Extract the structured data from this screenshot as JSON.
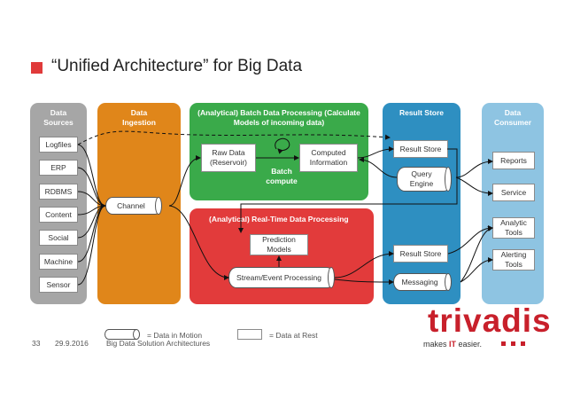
{
  "title": "“Unified Architecture” for Big Data",
  "panels": {
    "sources": {
      "title_line1": "Data",
      "title_line2": "Sources",
      "items": [
        "Logfiles",
        "ERP",
        "RDBMS",
        "Content",
        "Social",
        "Machine",
        "Sensor"
      ]
    },
    "ingestion": {
      "title_line1": "Data",
      "title_line2": "Ingestion",
      "channel": "Channel"
    },
    "batch": {
      "title_line1": "(Analytical) Batch Data Processing (Calculate",
      "title_line2": "Models of incoming data)",
      "raw_line1": "Raw Data",
      "raw_line2": "(Reservoir)",
      "computed_line1": "Computed",
      "computed_line2": "Information",
      "compute_line1": "Batch",
      "compute_line2": "compute"
    },
    "realtime": {
      "title": "(Analytical) Real-Time Data Processing",
      "prediction_line1": "Prediction",
      "prediction_line2": "Models",
      "stream": "Stream/Event Processing"
    },
    "result_store": {
      "title": "Result Store",
      "store_top": "Result Store",
      "query_line1": "Query",
      "query_line2": "Engine",
      "store_bottom": "Result Store",
      "messaging": "Messaging"
    },
    "consumer": {
      "title_line1": "Data",
      "title_line2": "Consumer",
      "reports": "Reports",
      "service": "Service",
      "analytic_line1": "Analytic",
      "analytic_line2": "Tools",
      "alerting_line1": "Alerting",
      "alerting_line2": "Tools"
    }
  },
  "legend": {
    "motion": "= Data in Motion",
    "rest": "= Data at Rest"
  },
  "footer": {
    "page": "33",
    "date": "29.9.2016",
    "subtitle": "Big Data Solution Architectures"
  },
  "logo": {
    "word": "trivadis",
    "tag_pre": "makes ",
    "tag_em": "IT",
    "tag_post": " easier."
  },
  "colors": {
    "sources": "#a6a6a6",
    "ingestion": "#e0861a",
    "batch": "#3aaa4a",
    "realtime": "#e23b3b",
    "result_store": "#2e8fc1",
    "consumer": "#8ec4e2",
    "logo": "#c8202b"
  }
}
